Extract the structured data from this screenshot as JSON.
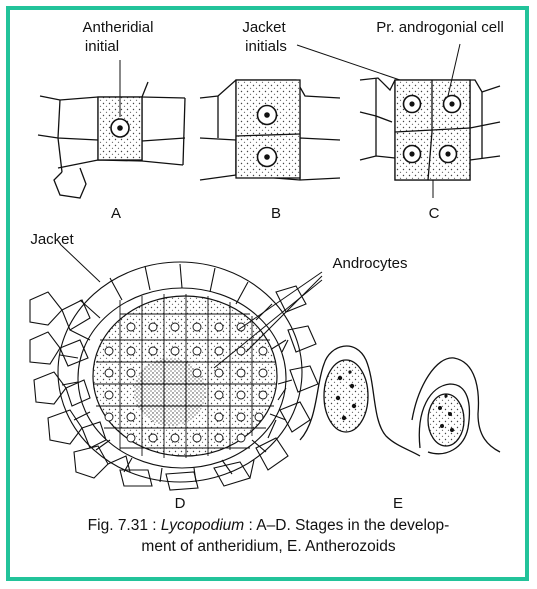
{
  "labels": {
    "antheridial_initial_1": "Antheridial",
    "antheridial_initial_2": "initial",
    "jacket_initials_1": "Jacket",
    "jacket_initials_2": "initials",
    "pr_androgonial": "Pr. androgonial cell",
    "jacket": "Jacket",
    "androcytes": "Androcytes"
  },
  "panels": [
    "A",
    "B",
    "C",
    "D",
    "E"
  ],
  "caption": {
    "fig_no": "Fig. 7.31 :",
    "genus": "Lycopodium",
    "text_1": ": A–D. Stages in the develop-",
    "text_2": "ment of antheridium, E. Antherozoids"
  },
  "colors": {
    "border": "#22c39a"
  }
}
